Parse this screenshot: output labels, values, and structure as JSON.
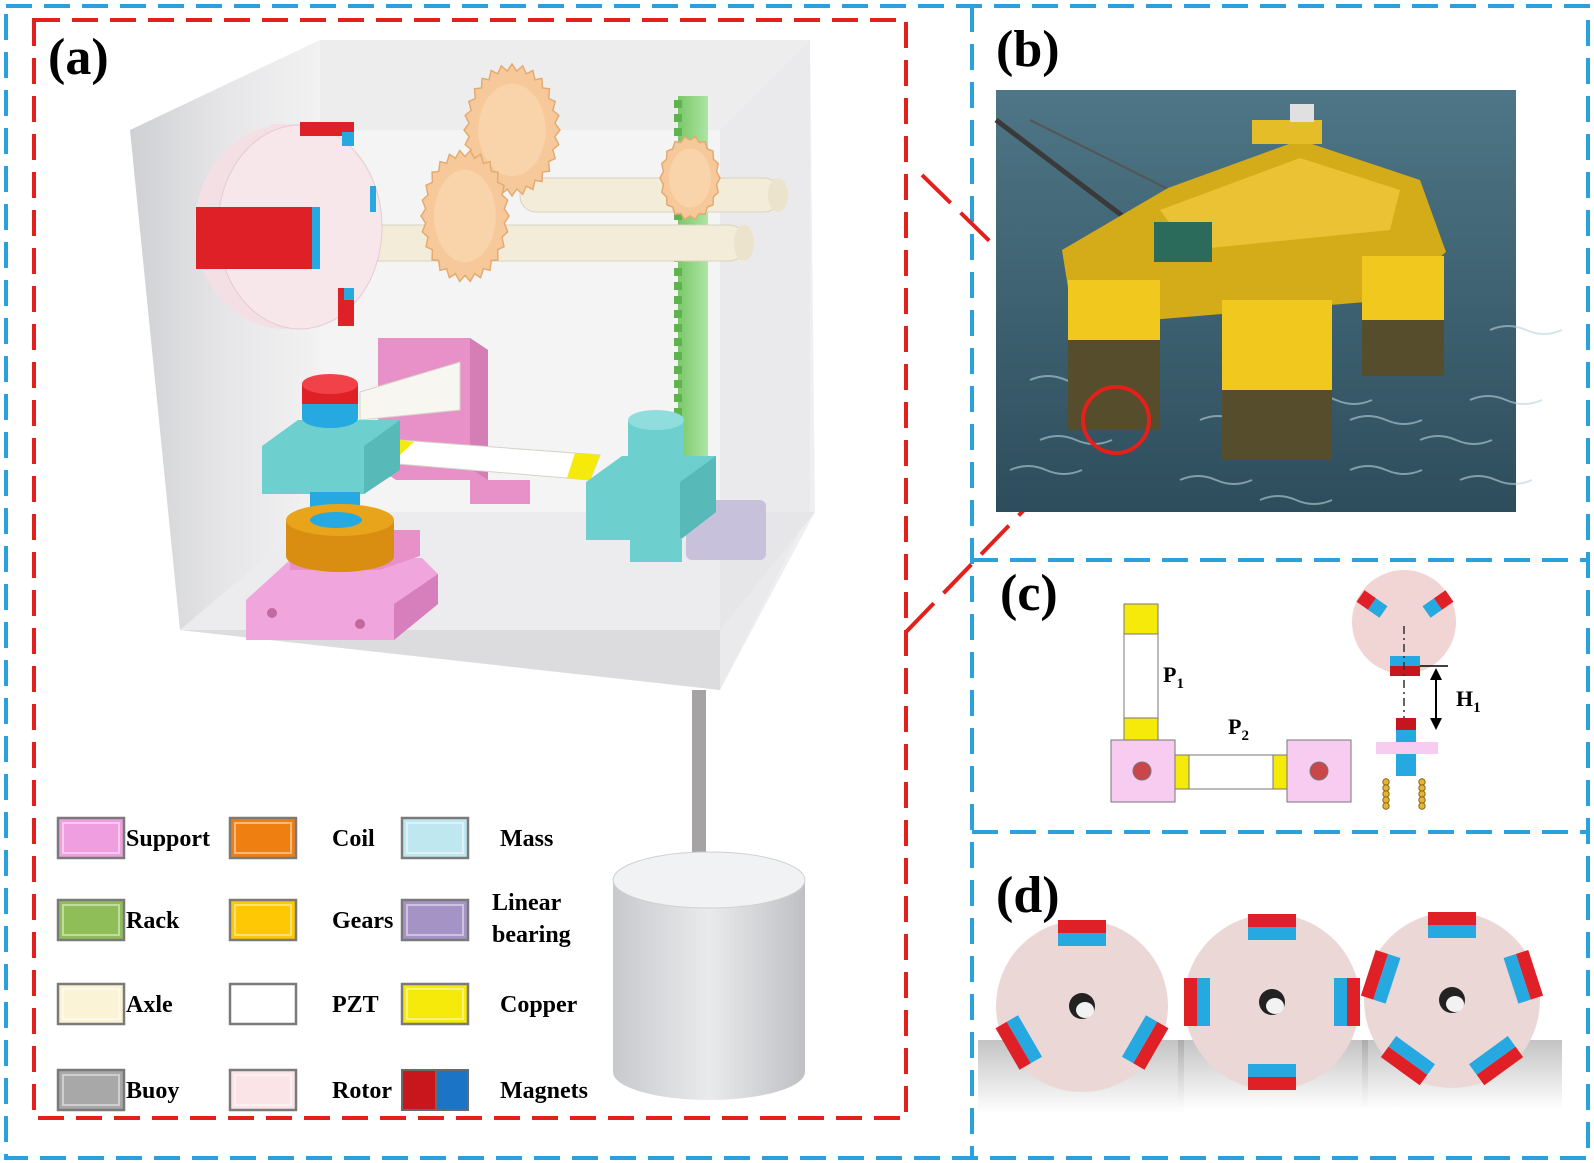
{
  "panels": {
    "a": "(a)",
    "b": "(b)",
    "c": "(c)",
    "d": "(d)"
  },
  "colors": {
    "frame_red": "#e3201b",
    "frame_blue": "#2aa0dc",
    "magnet_red": "#e02027",
    "magnet_blue": "#25a9e0",
    "support": "#f0a6dc",
    "mass": "#6ecfcf",
    "rack": "#7ed069",
    "gear": "#f7c99a",
    "coil": "#e08a12",
    "copper": "#f5ea0a",
    "rotor": "#f4dfe3",
    "buoy": "#dcdcdc",
    "linear_bearing": "#b4a8d4",
    "platform": "#f2c81e",
    "sea": "#36596a"
  },
  "legend": [
    {
      "label": "Support",
      "color": "#ef9fe0",
      "icon": "support-swatch"
    },
    {
      "label": "Coil",
      "color": "#f07f12",
      "icon": "coil-swatch"
    },
    {
      "label": "Mass",
      "color": "#bfe7ef",
      "icon": "mass-swatch"
    },
    {
      "label": "Rack",
      "color": "#8fbe58",
      "icon": "rack-swatch"
    },
    {
      "label": "Gears",
      "color": "#ffc805",
      "icon": "gears-swatch"
    },
    {
      "label": "Linear\nbearing",
      "color": "#a593c6",
      "icon": "linear-bearing-swatch"
    },
    {
      "label": "Axle",
      "color": "#fbf3d6",
      "icon": "axle-swatch"
    },
    {
      "label": "PZT",
      "color": "#ffffff",
      "icon": "pzt-swatch"
    },
    {
      "label": "Copper",
      "color": "#f5ea0a",
      "icon": "copper-swatch"
    },
    {
      "label": "Buoy",
      "color": "#a8a8a8",
      "icon": "buoy-swatch"
    },
    {
      "label": "Rotor",
      "color": "#fbe4e8",
      "icon": "rotor-swatch"
    },
    {
      "label": "Magnets",
      "color": "#c8161d",
      "color2": "#1b74c6",
      "icon": "magnets-swatch"
    }
  ],
  "schematic": {
    "p1_main": "P",
    "p1_sub": "1",
    "p2_main": "P",
    "p2_sub": "2",
    "h1_main": "H",
    "h1_sub": "1"
  },
  "rotors": [
    {
      "magnets": 3
    },
    {
      "magnets": 4
    },
    {
      "magnets": 5
    }
  ]
}
